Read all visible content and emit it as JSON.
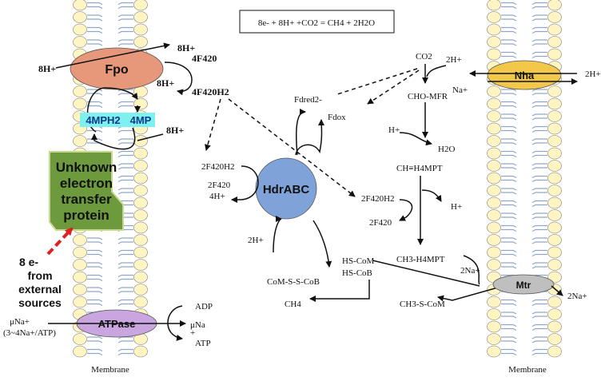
{
  "equation": "8e- + 8H+ +CO2 = CH4 + 2H2O",
  "labels": {
    "eight_h_left": "8H+",
    "eight_h_top": "8H+",
    "eight_h_mid": "8H+",
    "eight_h_lower": "8H+",
    "f420": "4F420",
    "f420h2": "4F420H2",
    "mph2": "4MPH2",
    "mp": "4MP",
    "fd_red": "Fdred2-",
    "fd_ox": "Fdox",
    "co2": "CO2",
    "two_h_co2": "2H+",
    "cho_mfr": "CHO-MFR",
    "h_plus_1": "H+",
    "h2o": "H2O",
    "ch_h4mpt": "CH≡H4MPT",
    "f420h2_mid": "2F420H2",
    "h_plus_2": "H+",
    "f420_mid": "2F420",
    "ch3_h4mpt": "CH3-H4MPT",
    "hs_com": "HS-CoM",
    "hs_cob": "HS-CoB",
    "com_s_s_cob": "CoM-S-S-CoB",
    "ch4": "CH4",
    "ch3_s_com": "CH3-S-CoM",
    "two_na_in": "2Na+",
    "two_na_out": "2Na+",
    "f420h2_left": "2F420H2",
    "f420_left": "2F420",
    "four_h": "4H+",
    "two_h_hdr": "2H+",
    "na_plus": "Na+",
    "two_h_nha": "2H+",
    "adp": "ADP",
    "mu_na": "μNa",
    "plus": "+",
    "atp": "ATP",
    "mu_na_left": "μNa+",
    "ratio": "(3~4Na+/ATP)",
    "eight_e": "8 e-",
    "from": "from",
    "external": "external",
    "sources": "sources",
    "membrane_left": "Membrane",
    "membrane_right": "Membrane"
  },
  "enzymes": {
    "fpo": "Fpo",
    "hdrabc": "HdrABC",
    "nha": "Nha",
    "mtr": "Mtr",
    "atpase": "ATPase"
  },
  "protein_box": [
    "Unknown",
    "electron",
    "transfer",
    "protein"
  ],
  "colors": {
    "fpo": "#e7987a",
    "hdrabc": "#7fa3d8",
    "nha": "#f2c84b",
    "mtr": "#bfbfbf",
    "atpase": "#c9a6df",
    "protein": "#6e9a3e",
    "mph_box": "#7ff0f0",
    "lipid_head": "#fff5c2",
    "lipid_tail": "#8fa6c8",
    "red_arrow": "#e02020"
  }
}
